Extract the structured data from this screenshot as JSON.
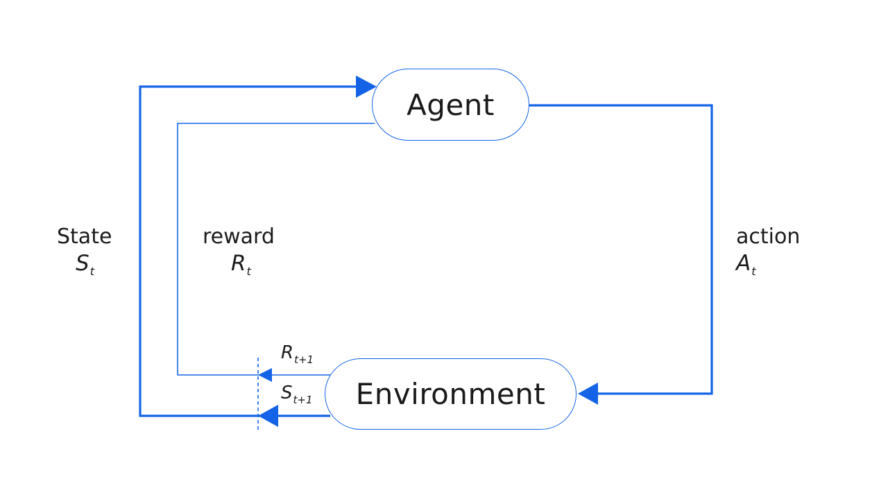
{
  "nodes": {
    "agent": {
      "label": "Agent"
    },
    "environment": {
      "label": "Environment"
    }
  },
  "labels": {
    "state": {
      "word": "State",
      "symbol": "S",
      "subscript": "t"
    },
    "reward": {
      "word": "reward",
      "symbol": "R",
      "subscript": "t"
    },
    "action": {
      "word": "action",
      "symbol": "A",
      "subscript": "t"
    },
    "reward_next": {
      "symbol": "R",
      "subscript": "t+1"
    },
    "state_next": {
      "symbol": "S",
      "subscript": "t+1"
    }
  },
  "colors": {
    "line": "#1463e6",
    "node_border": "#1463e6",
    "text": "#1a1a1a",
    "background": "#ffffff"
  }
}
